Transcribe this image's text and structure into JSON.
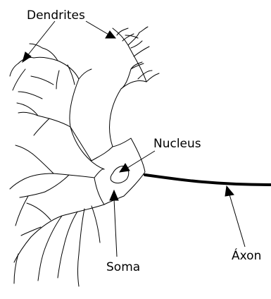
{
  "labels": {
    "dendrites": "Dendrites",
    "nucleus": "Nucleus",
    "soma": "Soma",
    "axon": "Áxon"
  },
  "colors": {
    "ink": "#000000",
    "background": "#ffffff"
  }
}
